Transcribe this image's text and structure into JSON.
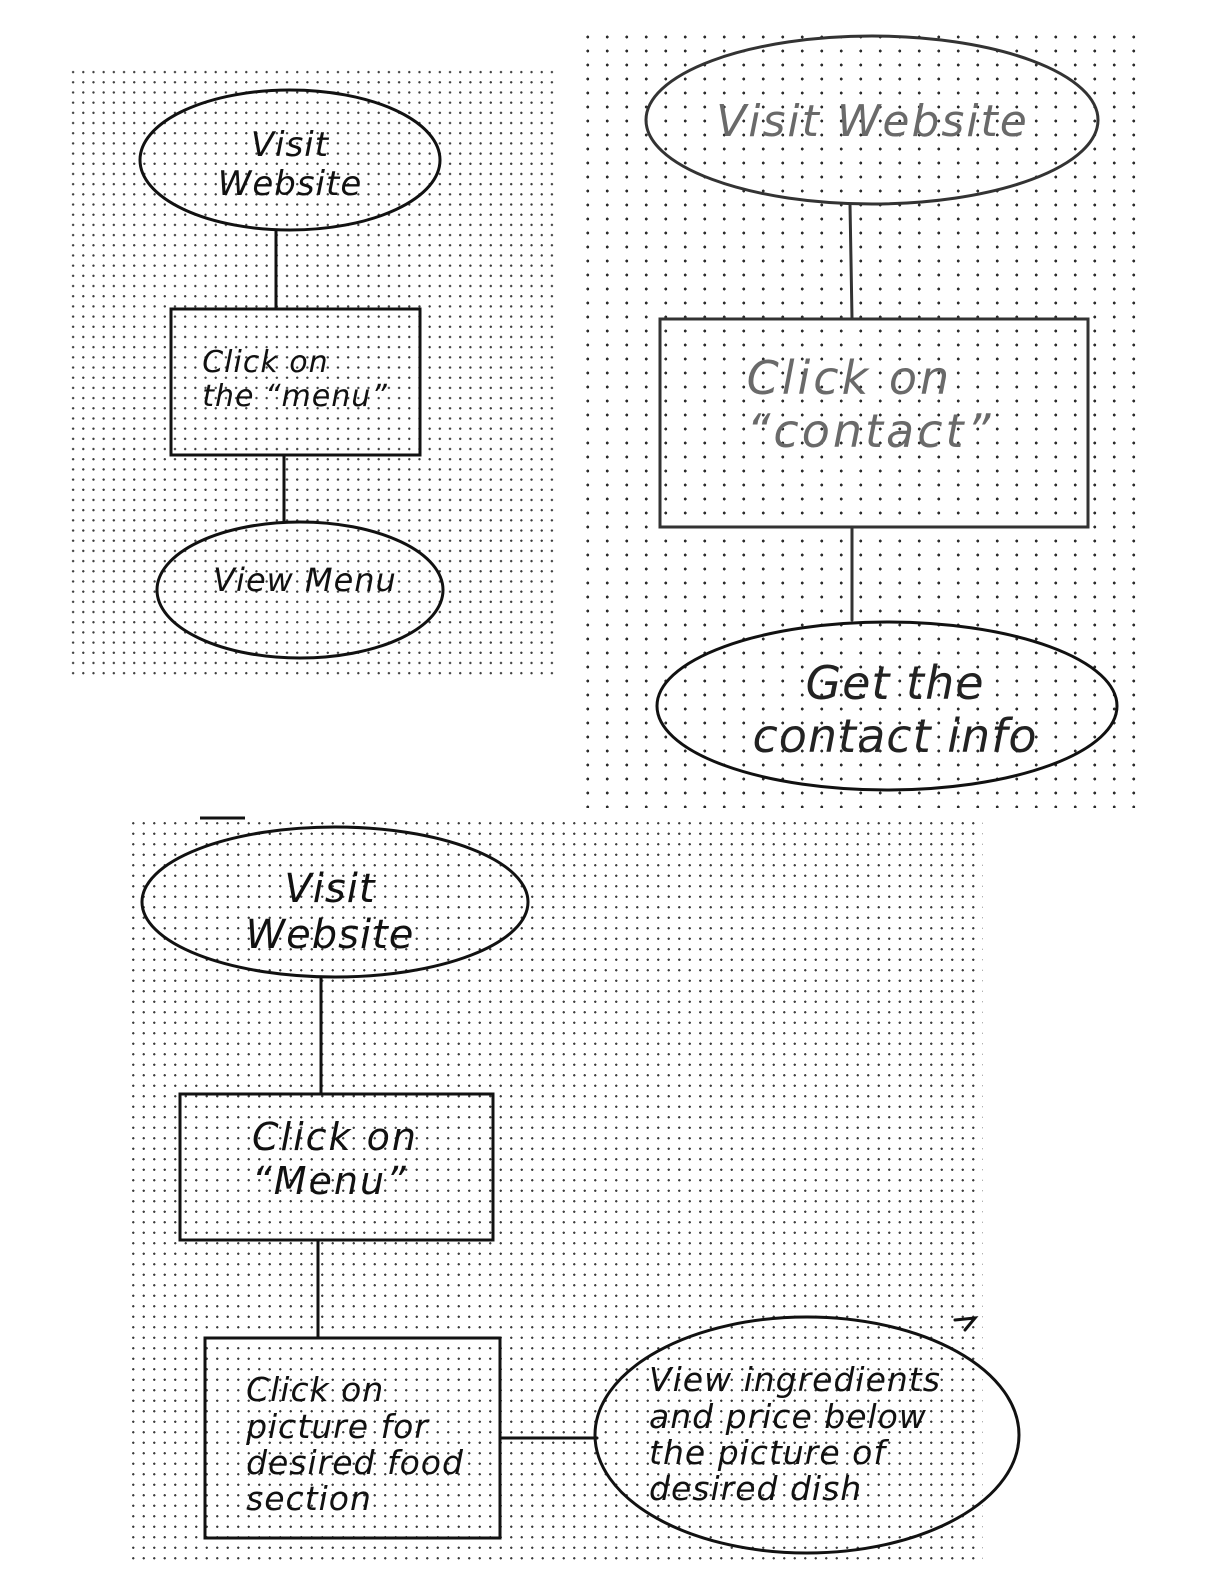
{
  "flowcharts": [
    {
      "id": "menu-flow",
      "nodes": [
        {
          "shape": "ellipse",
          "text": "Visit\nWebsite"
        },
        {
          "shape": "rectangle",
          "text": "Click on\nthe “menu”"
        },
        {
          "shape": "ellipse",
          "text": "View Menu"
        }
      ]
    },
    {
      "id": "contact-flow",
      "nodes": [
        {
          "shape": "ellipse",
          "text": "Visit Website"
        },
        {
          "shape": "rectangle",
          "text": "Click on\n“contact”"
        },
        {
          "shape": "ellipse",
          "text": "Get the\ncontact info"
        }
      ]
    },
    {
      "id": "dish-flow",
      "nodes": [
        {
          "shape": "ellipse",
          "text": "Visit\nWebsite"
        },
        {
          "shape": "rectangle",
          "text": "Click on\n“Menu”"
        },
        {
          "shape": "rectangle",
          "text": "Click on\npicture for\ndesired food\nsection"
        },
        {
          "shape": "ellipse",
          "text": "View ingredients\nand price below\nthe picture of\ndesired dish"
        }
      ]
    }
  ],
  "colors": {
    "ink": "#111111",
    "paper": "#ffffff",
    "dot": "#3a3a3a"
  }
}
